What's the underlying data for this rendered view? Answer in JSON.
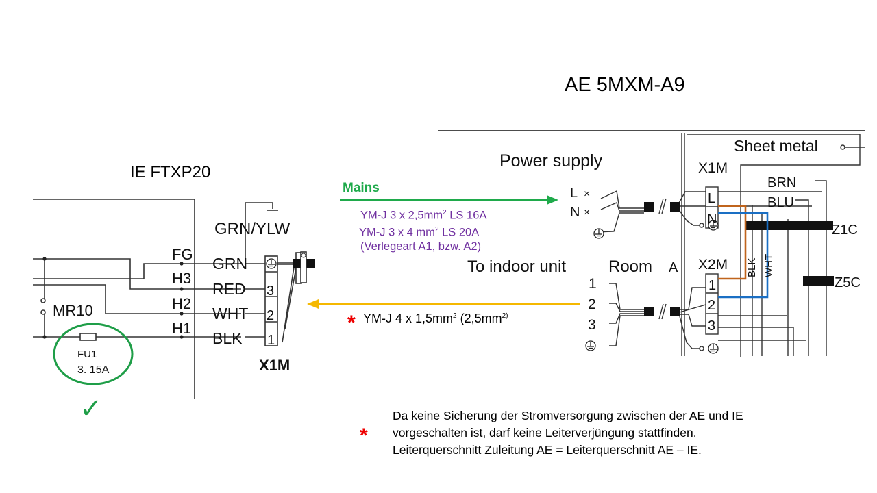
{
  "titles": {
    "outdoor_unit": "AE   5MXM-A9",
    "indoor_unit": "IE    FTXP20"
  },
  "mains": {
    "label": "Mains",
    "cable_1": "YM-J  3 x 2,5mm",
    "cable_1_sup": "2",
    "cable_1_tail": " LS  16A",
    "cable_2": "YM-J  3 x 4    mm",
    "cable_2_sup": "2",
    "cable_2_tail": " LS  20A",
    "installation": "(Verlegeart   A1, bzw. A2)"
  },
  "indoor_cable": {
    "asterisk": "*",
    "text": "YM-J  4 x 1,5mm",
    "sup": "2",
    "mid": "  (2,5mm",
    "sup2": "2)"
  },
  "note": {
    "asterisk": "*",
    "lines": [
      "Da keine Sicherung der Stromversorgung  zwischen der AE und IE",
      "vorgeschalten ist, darf keine Leiterverjüngung  stattfinden.",
      "Leiterquerschnitt Zuleitung AE = Leiterquerschnitt AE – IE."
    ]
  },
  "indoor_diagram": {
    "terminal_labels": [
      "FG",
      "H3",
      "H2",
      "H1"
    ],
    "wire_colors": [
      "GRN",
      "RED",
      "WHT",
      "BLK"
    ],
    "ground_wire": "GRN/YLW",
    "terminals": [
      "3",
      "2",
      "1"
    ],
    "terminal_block": "X1M",
    "relay": "MR10",
    "fuse_name": "FU1",
    "fuse_rating": "3. 15A",
    "check_mark": "✓"
  },
  "outdoor_diagram": {
    "power_supply": "Power supply",
    "sheet_metal": "Sheet metal",
    "x1m": "X1M",
    "x1m_terminals": [
      "L",
      "N"
    ],
    "supply_lines": [
      "L",
      "N"
    ],
    "brn": "BRN",
    "blu": "BLU",
    "z1c": "Z1C",
    "z5c": "Z5C",
    "blk": "BLK",
    "wht": "WHT",
    "to_indoor": "To indoor unit",
    "room": "Room",
    "room_letter": "A",
    "x2m": "X2M",
    "x2m_terminals": [
      "1",
      "2",
      "3"
    ],
    "indoor_lines": [
      "1",
      "2",
      "3"
    ]
  },
  "colors": {
    "mains_arrow": "#1faa4b",
    "indoor_arrow": "#f5b800",
    "purple_text": "#7030a0",
    "brown_wire": "#c0641c",
    "blue_wire": "#1a6fc4",
    "circle": "#1f9e48",
    "asterisk": "#e00000"
  }
}
